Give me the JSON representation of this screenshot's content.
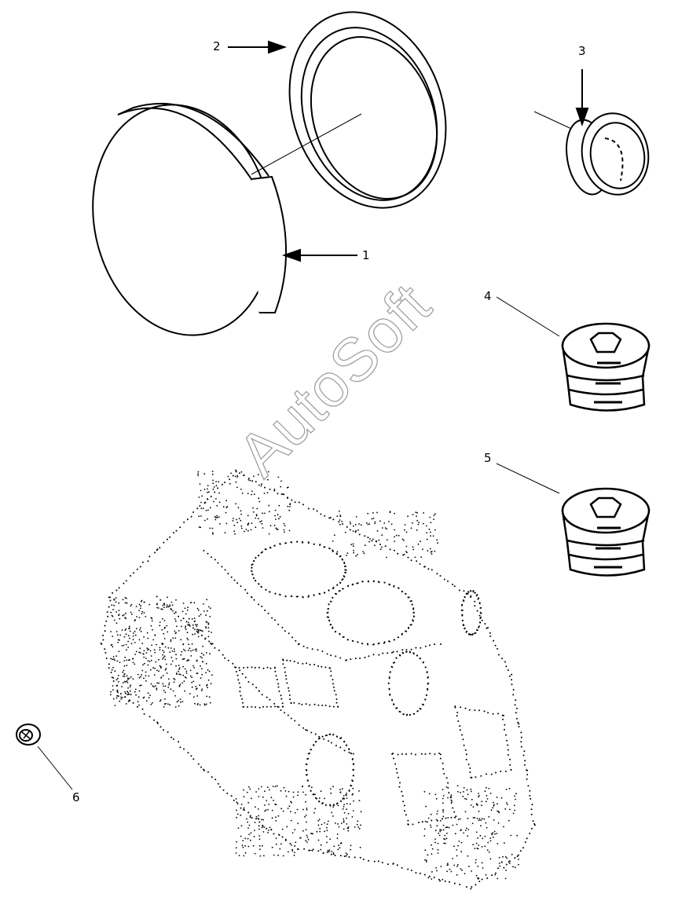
{
  "diagram": {
    "callouts": [
      {
        "id": "1",
        "label": "1"
      },
      {
        "id": "2",
        "label": "2"
      },
      {
        "id": "3",
        "label": "3"
      },
      {
        "id": "4",
        "label": "4"
      },
      {
        "id": "5",
        "label": "5"
      },
      {
        "id": "6",
        "label": "6"
      }
    ],
    "watermark": "AutoSoft"
  }
}
